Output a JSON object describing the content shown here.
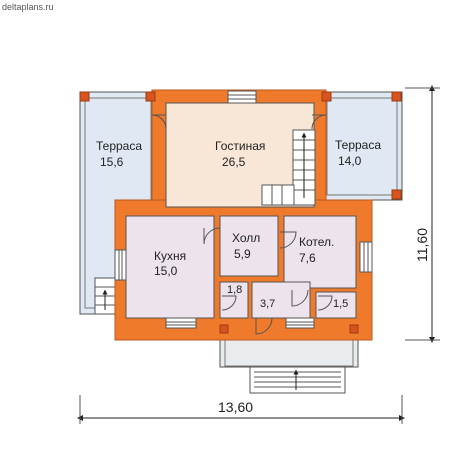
{
  "header": {
    "site": "deltaplans.ru"
  },
  "colors": {
    "wall": "#f07a2c",
    "wall_stroke": "#b85a1e",
    "terrace": "#dfe8f3",
    "living": "#f8e6d6",
    "room": "#ece3ec",
    "column": "#d8541e"
  },
  "rooms": {
    "terrace_left": {
      "name": "Терраса",
      "area": "15,6"
    },
    "living_room": {
      "name": "Гостиная",
      "area": "26,5"
    },
    "terrace_right": {
      "name": "Терраса",
      "area": "14,0"
    },
    "kitchen": {
      "name": "Кухня",
      "area": "15,0"
    },
    "hall": {
      "name": "Холл",
      "area": "5,9"
    },
    "boiler_room": {
      "name": "Котел.",
      "area": "7,6"
    },
    "wc": {
      "area": "1,8"
    },
    "vestibule": {
      "area": "3,7"
    },
    "storage": {
      "area": "1,5"
    }
  },
  "dimensions": {
    "width": "13,60",
    "depth": "11,60"
  }
}
